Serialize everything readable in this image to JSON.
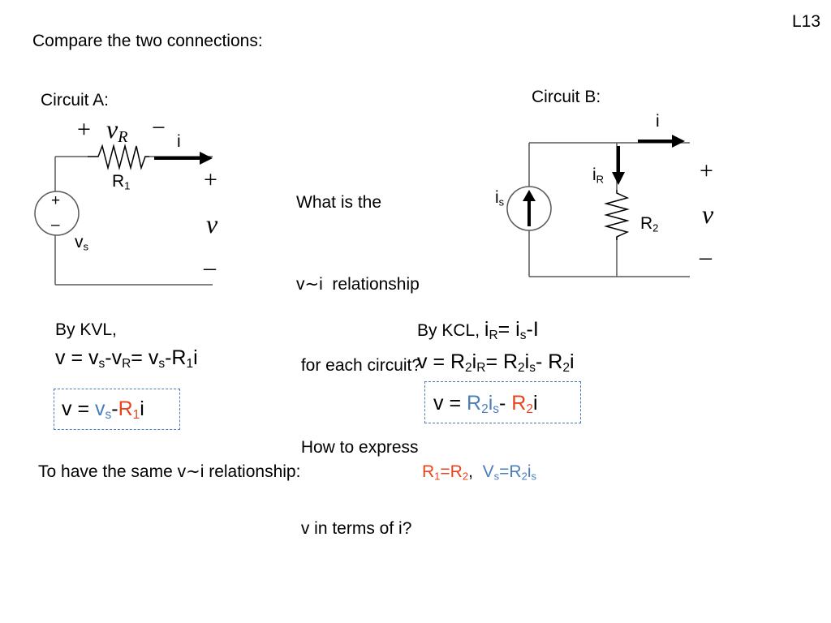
{
  "slide": {
    "page_id": "L13",
    "heading": "Compare the two connections:"
  },
  "circuit_a": {
    "title": "Circuit A:",
    "plus": "+",
    "minus": "−",
    "v_r": "v",
    "v_r_sub": "R",
    "current": "i",
    "resistor": "R",
    "resistor_sub": "1",
    "source_plus": "+",
    "source_minus": "–",
    "source": "v",
    "source_sub": "s",
    "out_plus": "+",
    "out_v": "v",
    "out_minus": "–"
  },
  "circuit_b": {
    "title": "Circuit B:",
    "current": "i",
    "branch": "i",
    "branch_sub": "R",
    "source": "i",
    "source_sub": "s",
    "resistor": "R",
    "resistor_sub": "2",
    "out_plus": "+",
    "out_v": "v",
    "out_minus": "–"
  },
  "question": {
    "lines": [
      "What is the",
      "v∼i  relationship",
      " for each circuit?",
      " How to express",
      " v in terms of i?"
    ]
  },
  "kvl": {
    "label": "By KVL,",
    "eq": {
      "p1": "v = v",
      "s1": "s",
      "p2": "-v",
      "s2": "R",
      "p3": "= v",
      "s3": "s",
      "p4": "-R",
      "s4": "1",
      "p5": "i"
    },
    "boxed": {
      "p1": "v = ",
      "v": "v",
      "vs": "s",
      "dash": "-",
      "r": "R",
      "rs": "1",
      "i": "i"
    }
  },
  "kcl": {
    "label": "By KCL, ",
    "head": {
      "p1": "i",
      "s1": "R",
      "p2": "= i",
      "s2": "s",
      "p3": "-I"
    },
    "eq": {
      "p1": "v = R",
      "s1": "2",
      "p2": "i",
      "s2": "R",
      "p3": "= R",
      "s3": "2",
      "p4": "i",
      "s4": "s",
      "p5": "- R",
      "s5": "2",
      "p6": "i"
    },
    "boxed": {
      "p1": "v = ",
      "r": "R",
      "rs": "2",
      "ri": "i",
      "ris": "s",
      "dash": "- ",
      "r2": "R",
      "r2s": "2",
      "i": "i"
    }
  },
  "conclusion": {
    "text": "To have the same v∼i relationship:",
    "r": "R",
    "rs1": "1",
    "eq": "=R",
    "rs2": "2",
    "comma": ",",
    "v": "V",
    "vs": "s",
    "veq": "=R",
    "vr": "2",
    "vi": "i",
    "vis": "s"
  },
  "colors": {
    "red": "#e8431d",
    "blue": "#4a7ebb",
    "wire": "#595959"
  }
}
